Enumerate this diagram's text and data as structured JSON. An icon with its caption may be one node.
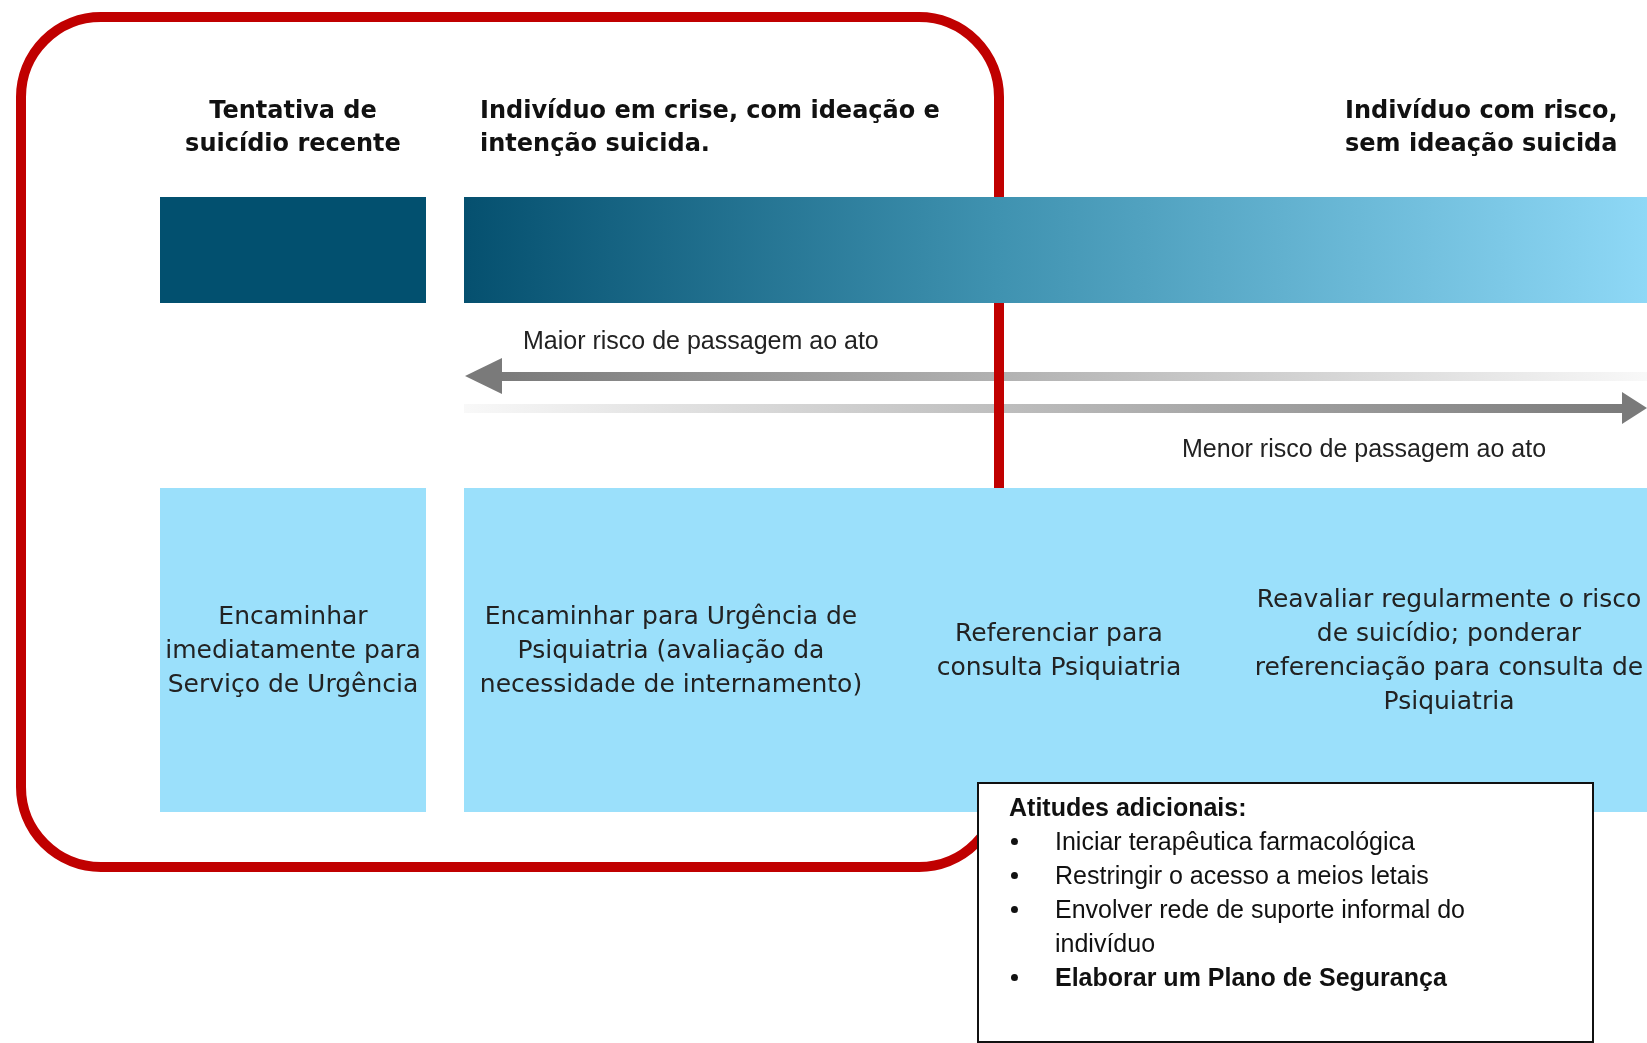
{
  "diagram": {
    "nodes": [
      {
        "text": [],
        "shape": "bar"
      },
      {
        "text": [],
        "shape": "bar"
      },
      {
        "text": [
          "Encaminhar imediatamente para Serviço de Urgência"
        ]
      },
      {
        "text": [
          "Encaminhar para Urgência de Psiquiatria (avaliação da necessidade de internamento)",
          "Referenciar para consulta Psiquiatria",
          "Reavaliar regularmente o risco de suicídio; ponderar referenciação para consulta de Psiquiatria"
        ]
      },
      {
        "text": [
          "Atitudes adicionais:",
          "Iniciar terapêutica farmacológica",
          "Restringir o acesso a meios letais",
          "Envolver rede de suporte informal do indivíduo",
          "Elaborar um Plano de Segurança"
        ]
      }
    ],
    "labels": [
      "Tentativa de suicídio recente",
      "Indivíduo em crise, com ideação e intenção suicida.",
      "Indivíduo com risco, sem ideação suicida",
      "Maior risco de passagem ao ato",
      "Menor risco de passagem ao ato"
    ]
  }
}
